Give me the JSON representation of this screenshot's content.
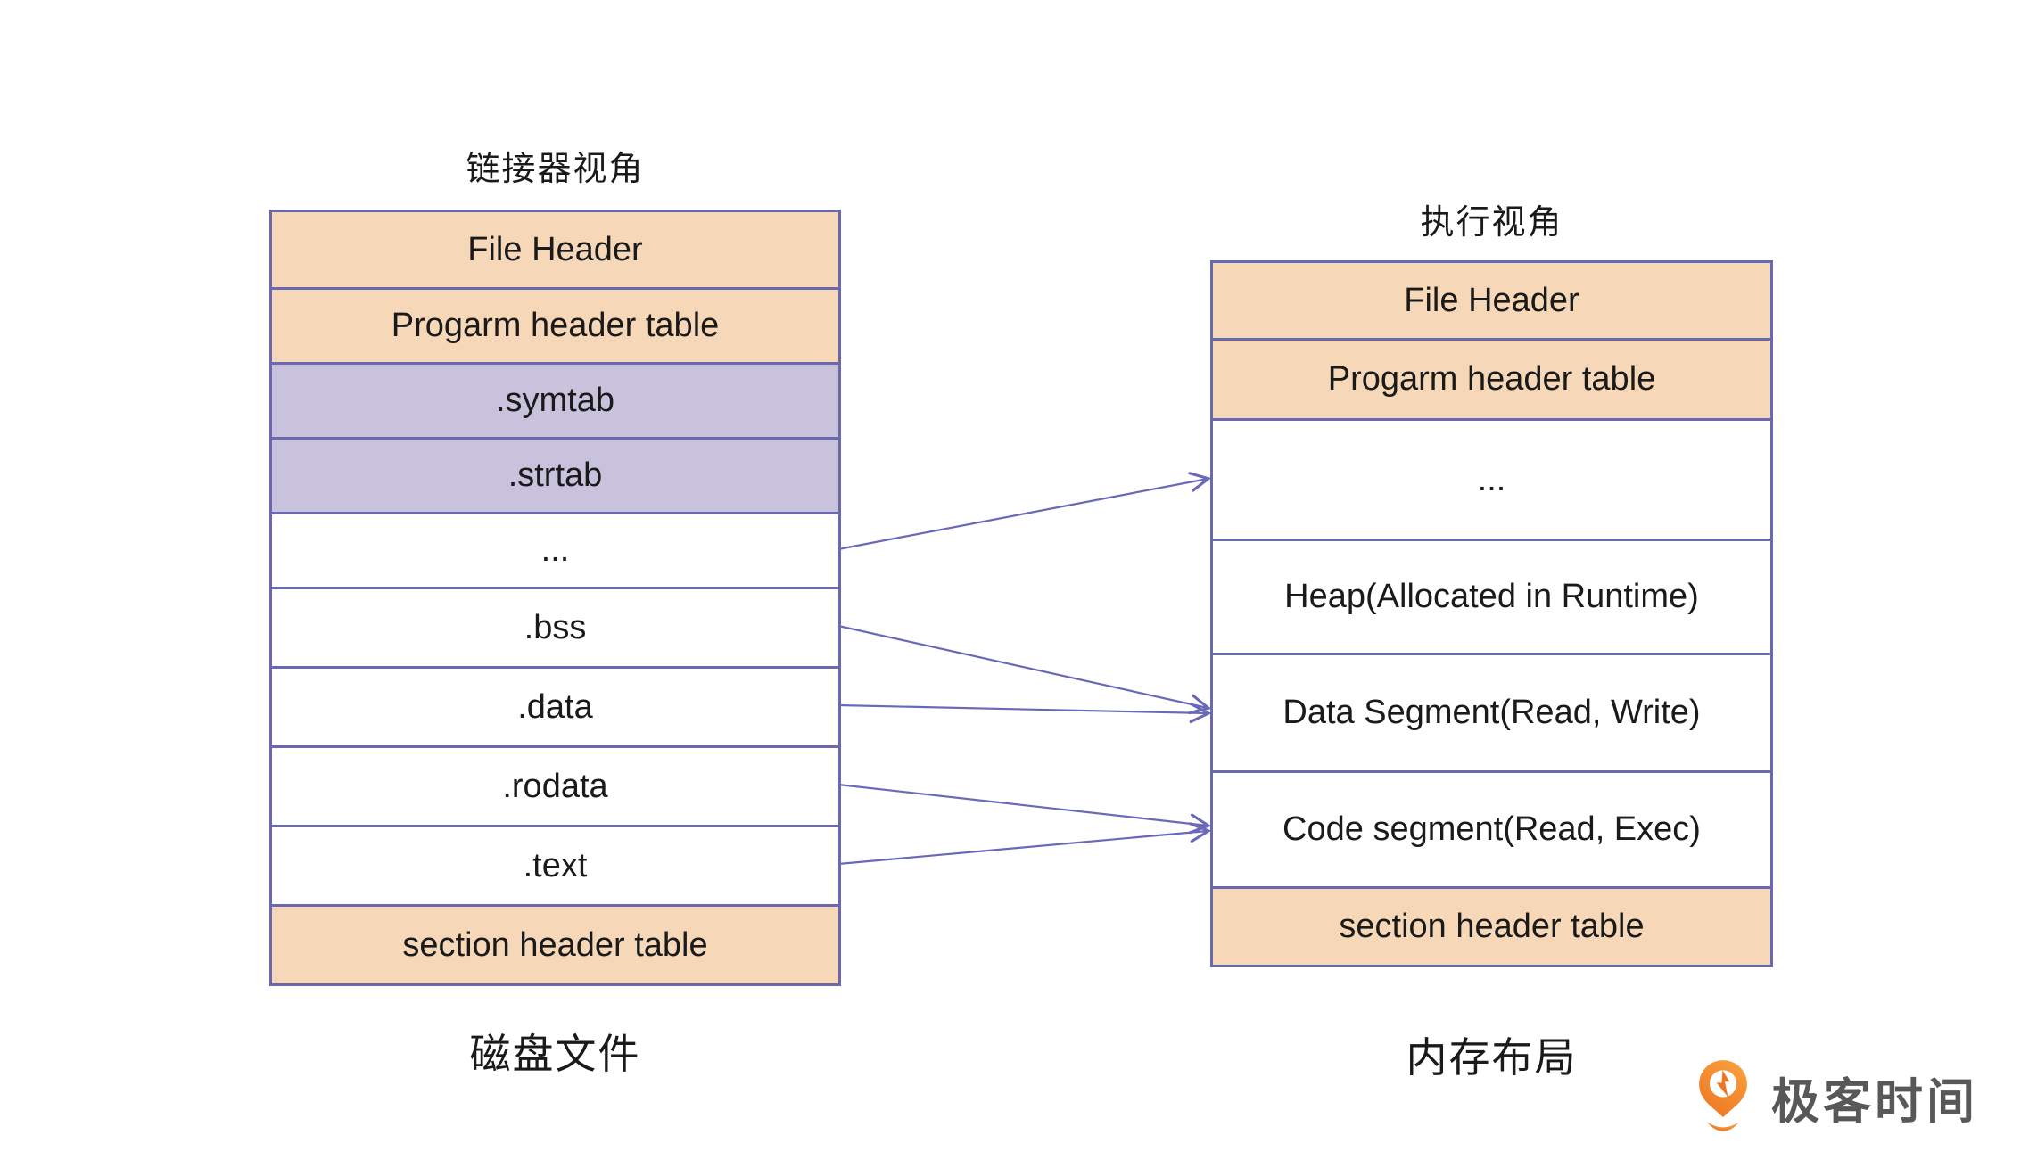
{
  "titles": {
    "linker_view": "链接器视角",
    "exec_view": "执行视角",
    "disk_file": "磁盘文件",
    "memory_layout": "内存布局"
  },
  "left_box": {
    "rows": [
      {
        "label": "File Header",
        "fill": "peach"
      },
      {
        "label": "Progarm header table",
        "fill": "peach"
      },
      {
        "label": ".symtab",
        "fill": "lavender"
      },
      {
        "label": ".strtab",
        "fill": "lavender"
      },
      {
        "label": "...",
        "fill": "white"
      },
      {
        "label": ".bss",
        "fill": "white"
      },
      {
        "label": ".data",
        "fill": "white"
      },
      {
        "label": ".rodata",
        "fill": "white"
      },
      {
        "label": ".text",
        "fill": "white"
      },
      {
        "label": "section header table",
        "fill": "peach"
      }
    ]
  },
  "right_box": {
    "rows": [
      {
        "label": "File Header",
        "fill": "peach"
      },
      {
        "label": "Progarm header table",
        "fill": "peach"
      },
      {
        "label": "...",
        "fill": "white"
      },
      {
        "label": "Heap(Allocated in Runtime)",
        "fill": "white"
      },
      {
        "label": "Data Segment(Read, Write)",
        "fill": "white"
      },
      {
        "label": "Code segment(Read, Exec)",
        "fill": "white"
      },
      {
        "label": "section header table",
        "fill": "peach"
      }
    ]
  },
  "arrows": [
    {
      "from": "...",
      "to": "..."
    },
    {
      "from": ".bss",
      "to": "Data Segment(Read, Write)"
    },
    {
      "from": ".data",
      "to": "Data Segment(Read, Write)"
    },
    {
      "from": ".rodata",
      "to": "Code segment(Read, Exec)"
    },
    {
      "from": ".text",
      "to": "Code segment(Read, Exec)"
    }
  ],
  "logo": {
    "text": "极客时间"
  },
  "colors": {
    "peach": "#f6d8b8",
    "lavender": "#c9c2dd",
    "border": "#6a69b0",
    "arrow": "#6a69b8",
    "label_text": "#1a1a1a",
    "logo_orange": "#ee7623",
    "logo_orange_light": "#f9a03c",
    "logo_text": "#595757"
  }
}
